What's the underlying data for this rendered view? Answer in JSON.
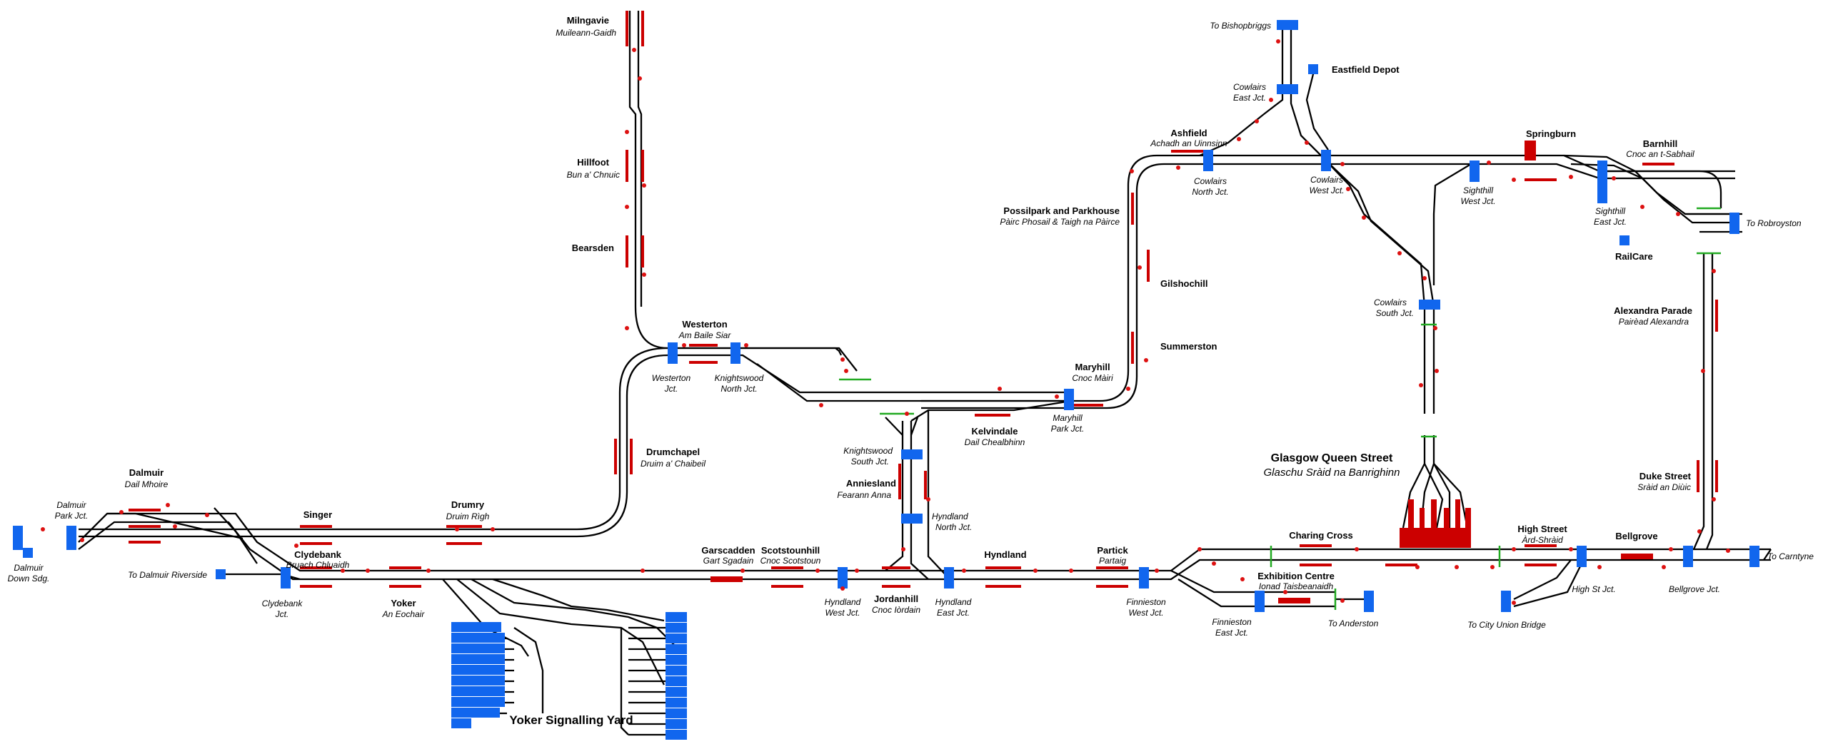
{
  "title": "",
  "colors": {
    "track": "#000000",
    "platform": "#cc0000",
    "block": "#1166ee",
    "signal": "#dd1111",
    "buffer": "#22aa22"
  },
  "stations": {
    "milngavie": {
      "name": "Milngavie",
      "gaelic": "Muileann-Gaidh"
    },
    "hillfoot": {
      "name": "Hillfoot",
      "gaelic": "Bun a' Chnuic"
    },
    "bearsden": {
      "name": "Bearsden"
    },
    "westerton": {
      "name": "Westerton",
      "gaelic": "Am Baile Siar"
    },
    "drumchapel": {
      "name": "Drumchapel",
      "gaelic": "Druim a' Chaibeil"
    },
    "drumry": {
      "name": "Drumry",
      "gaelic": "Druim Rìgh"
    },
    "singer": {
      "name": "Singer"
    },
    "dalmuir": {
      "name": "Dalmuir",
      "gaelic": "Dail Mhoire"
    },
    "clydebank": {
      "name": "Clydebank",
      "gaelic": "Bruach Chluaidh"
    },
    "yoker": {
      "name": "Yoker",
      "gaelic": "An Eochair"
    },
    "garscadden": {
      "name": "Garscadden",
      "gaelic": "Gart Sgadain"
    },
    "scotstounhill": {
      "name": "Scotstounhill",
      "gaelic": "Cnoc Scotstoun"
    },
    "jordanhill": {
      "name": "Jordanhill",
      "gaelic": "Cnoc Iòrdain"
    },
    "anniesland": {
      "name": "Anniesland",
      "gaelic": "Fearann Anna"
    },
    "kelvindale": {
      "name": "Kelvindale",
      "gaelic": "Dail Chealbhinn"
    },
    "hyndland": {
      "name": "Hyndland"
    },
    "partick": {
      "name": "Partick",
      "gaelic": "Partaig"
    },
    "maryhill": {
      "name": "Maryhill",
      "gaelic": "Cnoc Màiri"
    },
    "possilpark": {
      "name": "Possilpark and Parkhouse",
      "gaelic": "Pàirc Phosail & Taigh na Pàirce"
    },
    "gilshochill": {
      "name": "Gilshochill"
    },
    "summerston": {
      "name": "Summerston"
    },
    "ashfield": {
      "name": "Ashfield",
      "gaelic": "Achadh an Uinnsinn"
    },
    "springburn": {
      "name": "Springburn"
    },
    "barnhill": {
      "name": "Barnhill",
      "gaelic": "Cnoc an t-Sabhail"
    },
    "alexandra_parade": {
      "name": "Alexandra Parade",
      "gaelic": "Pairèad Alexandra"
    },
    "duke_street": {
      "name": "Duke Street",
      "gaelic": "Sràid an Diùic"
    },
    "charing_cross": {
      "name": "Charing Cross"
    },
    "exhibition_centre": {
      "name": "Exhibition Centre",
      "gaelic": "Ionad Taisbeanaidh"
    },
    "high_street": {
      "name": "High Street",
      "gaelic": "Àrd-Shràid"
    },
    "bellgrove": {
      "name": "Bellgrove"
    },
    "glasgow_queen_street": {
      "name": "Glasgow Queen Street",
      "gaelic": "Glaschu Sràid na Banrighinn"
    }
  },
  "junctions": {
    "dalmuir_park": [
      "Dalmuir",
      "Park Jct."
    ],
    "dalmuir_down": [
      "Dalmuir",
      "Down Sdg."
    ],
    "clydebank": [
      "Clydebank",
      "Jct."
    ],
    "westerton": [
      "Westerton",
      "Jct."
    ],
    "knightswood_north": [
      "Knightswood",
      "North Jct."
    ],
    "knightswood_south": [
      "Knightswood",
      "South Jct."
    ],
    "hyndland_north": [
      "Hyndland",
      "North Jct."
    ],
    "hyndland_west": [
      "Hyndland",
      "West Jct."
    ],
    "hyndland_east": [
      "Hyndland",
      "East Jct."
    ],
    "maryhill_park": [
      "Maryhill",
      "Park Jct."
    ],
    "finnieston_west": [
      "Finnieston",
      "West Jct."
    ],
    "finnieston_east": [
      "Finnieston",
      "East Jct."
    ],
    "cowlairs_east": [
      "Cowlairs",
      "East Jct."
    ],
    "cowlairs_north": [
      "Cowlairs",
      "North Jct."
    ],
    "cowlairs_west": [
      "Cowlairs",
      "West Jct."
    ],
    "cowlairs_south": [
      "Cowlairs",
      "South Jct."
    ],
    "sighthill_west": [
      "Sighthill",
      "West Jct."
    ],
    "sighthill_east": [
      "Sighthill",
      "East Jct."
    ],
    "high_st": "High St Jct.",
    "bellgrove": "Bellgrove Jct."
  },
  "destinations": {
    "to_bishopbriggs": "To Bishopbriggs",
    "eastfield_depot": "Eastfield Depot",
    "to_robroyston": "To Robroyston",
    "railcare": "RailCare",
    "to_carntyne": "To Carntyne",
    "to_anderston": "To Anderston",
    "to_city_union_bridge": "To City Union Bridge",
    "to_dalmuir_riverside": "To Dalmuir Riverside"
  },
  "yard": {
    "name": "Yoker Signalling Yard"
  }
}
